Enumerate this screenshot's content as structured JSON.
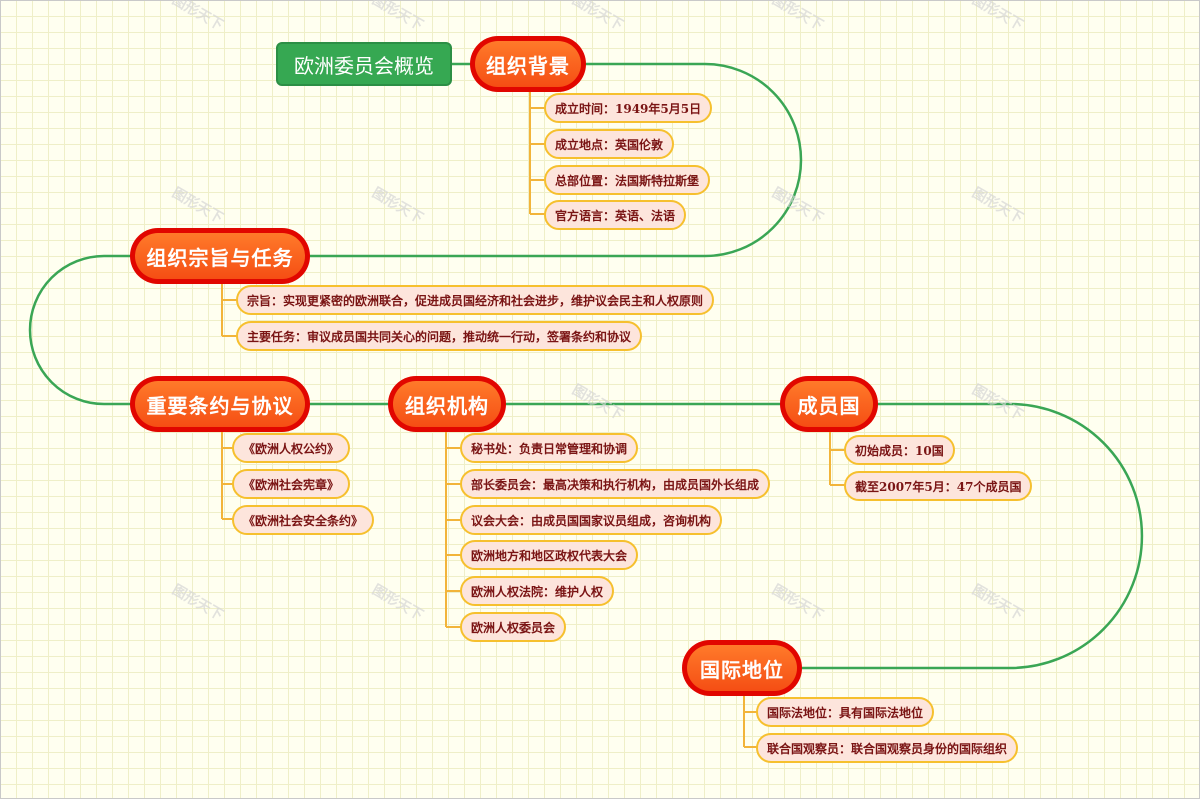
{
  "root": "欧洲委员会概览",
  "watermark": "图形天下",
  "colors": {
    "root": "#36a852",
    "topic_outer": "#e10600",
    "topic_inner": "#f54e14",
    "leaf_bg": "#fde5dc",
    "leaf_border": "#f6c02e",
    "connector": "#3aa655",
    "leaf_line": "#f2b43a"
  },
  "topics": [
    {
      "label": "组织背景",
      "items": [
        "成立时间：1949年5月5日",
        "成立地点：英国伦敦",
        "总部位置：法国斯特拉斯堡",
        "官方语言：英语、法语"
      ]
    },
    {
      "label": "组织宗旨与任务",
      "items": [
        "宗旨：实现更紧密的欧洲联合，促进成员国经济和社会进步，维护议会民主和人权原则",
        "主要任务：审议成员国共同关心的问题，推动统一行动，签署条约和协议"
      ]
    },
    {
      "label": "重要条约与协议",
      "items": [
        "《欧洲人权公约》",
        "《欧洲社会宪章》",
        "《欧洲社会安全条约》"
      ]
    },
    {
      "label": "组织机构",
      "items": [
        "秘书处：负责日常管理和协调",
        "部长委员会：最高决策和执行机构，由成员国外长组成",
        "议会大会：由成员国国家议员组成，咨询机构",
        "欧洲地方和地区政权代表大会",
        "欧洲人权法院：维护人权",
        "欧洲人权委员会"
      ]
    },
    {
      "label": "成员国",
      "items": [
        "初始成员：10国",
        "截至2007年5月：47个成员国"
      ]
    },
    {
      "label": "国际地位",
      "items": [
        "国际法地位：具有国际法地位",
        "联合国观察员：联合国观察员身份的国际组织"
      ]
    }
  ]
}
